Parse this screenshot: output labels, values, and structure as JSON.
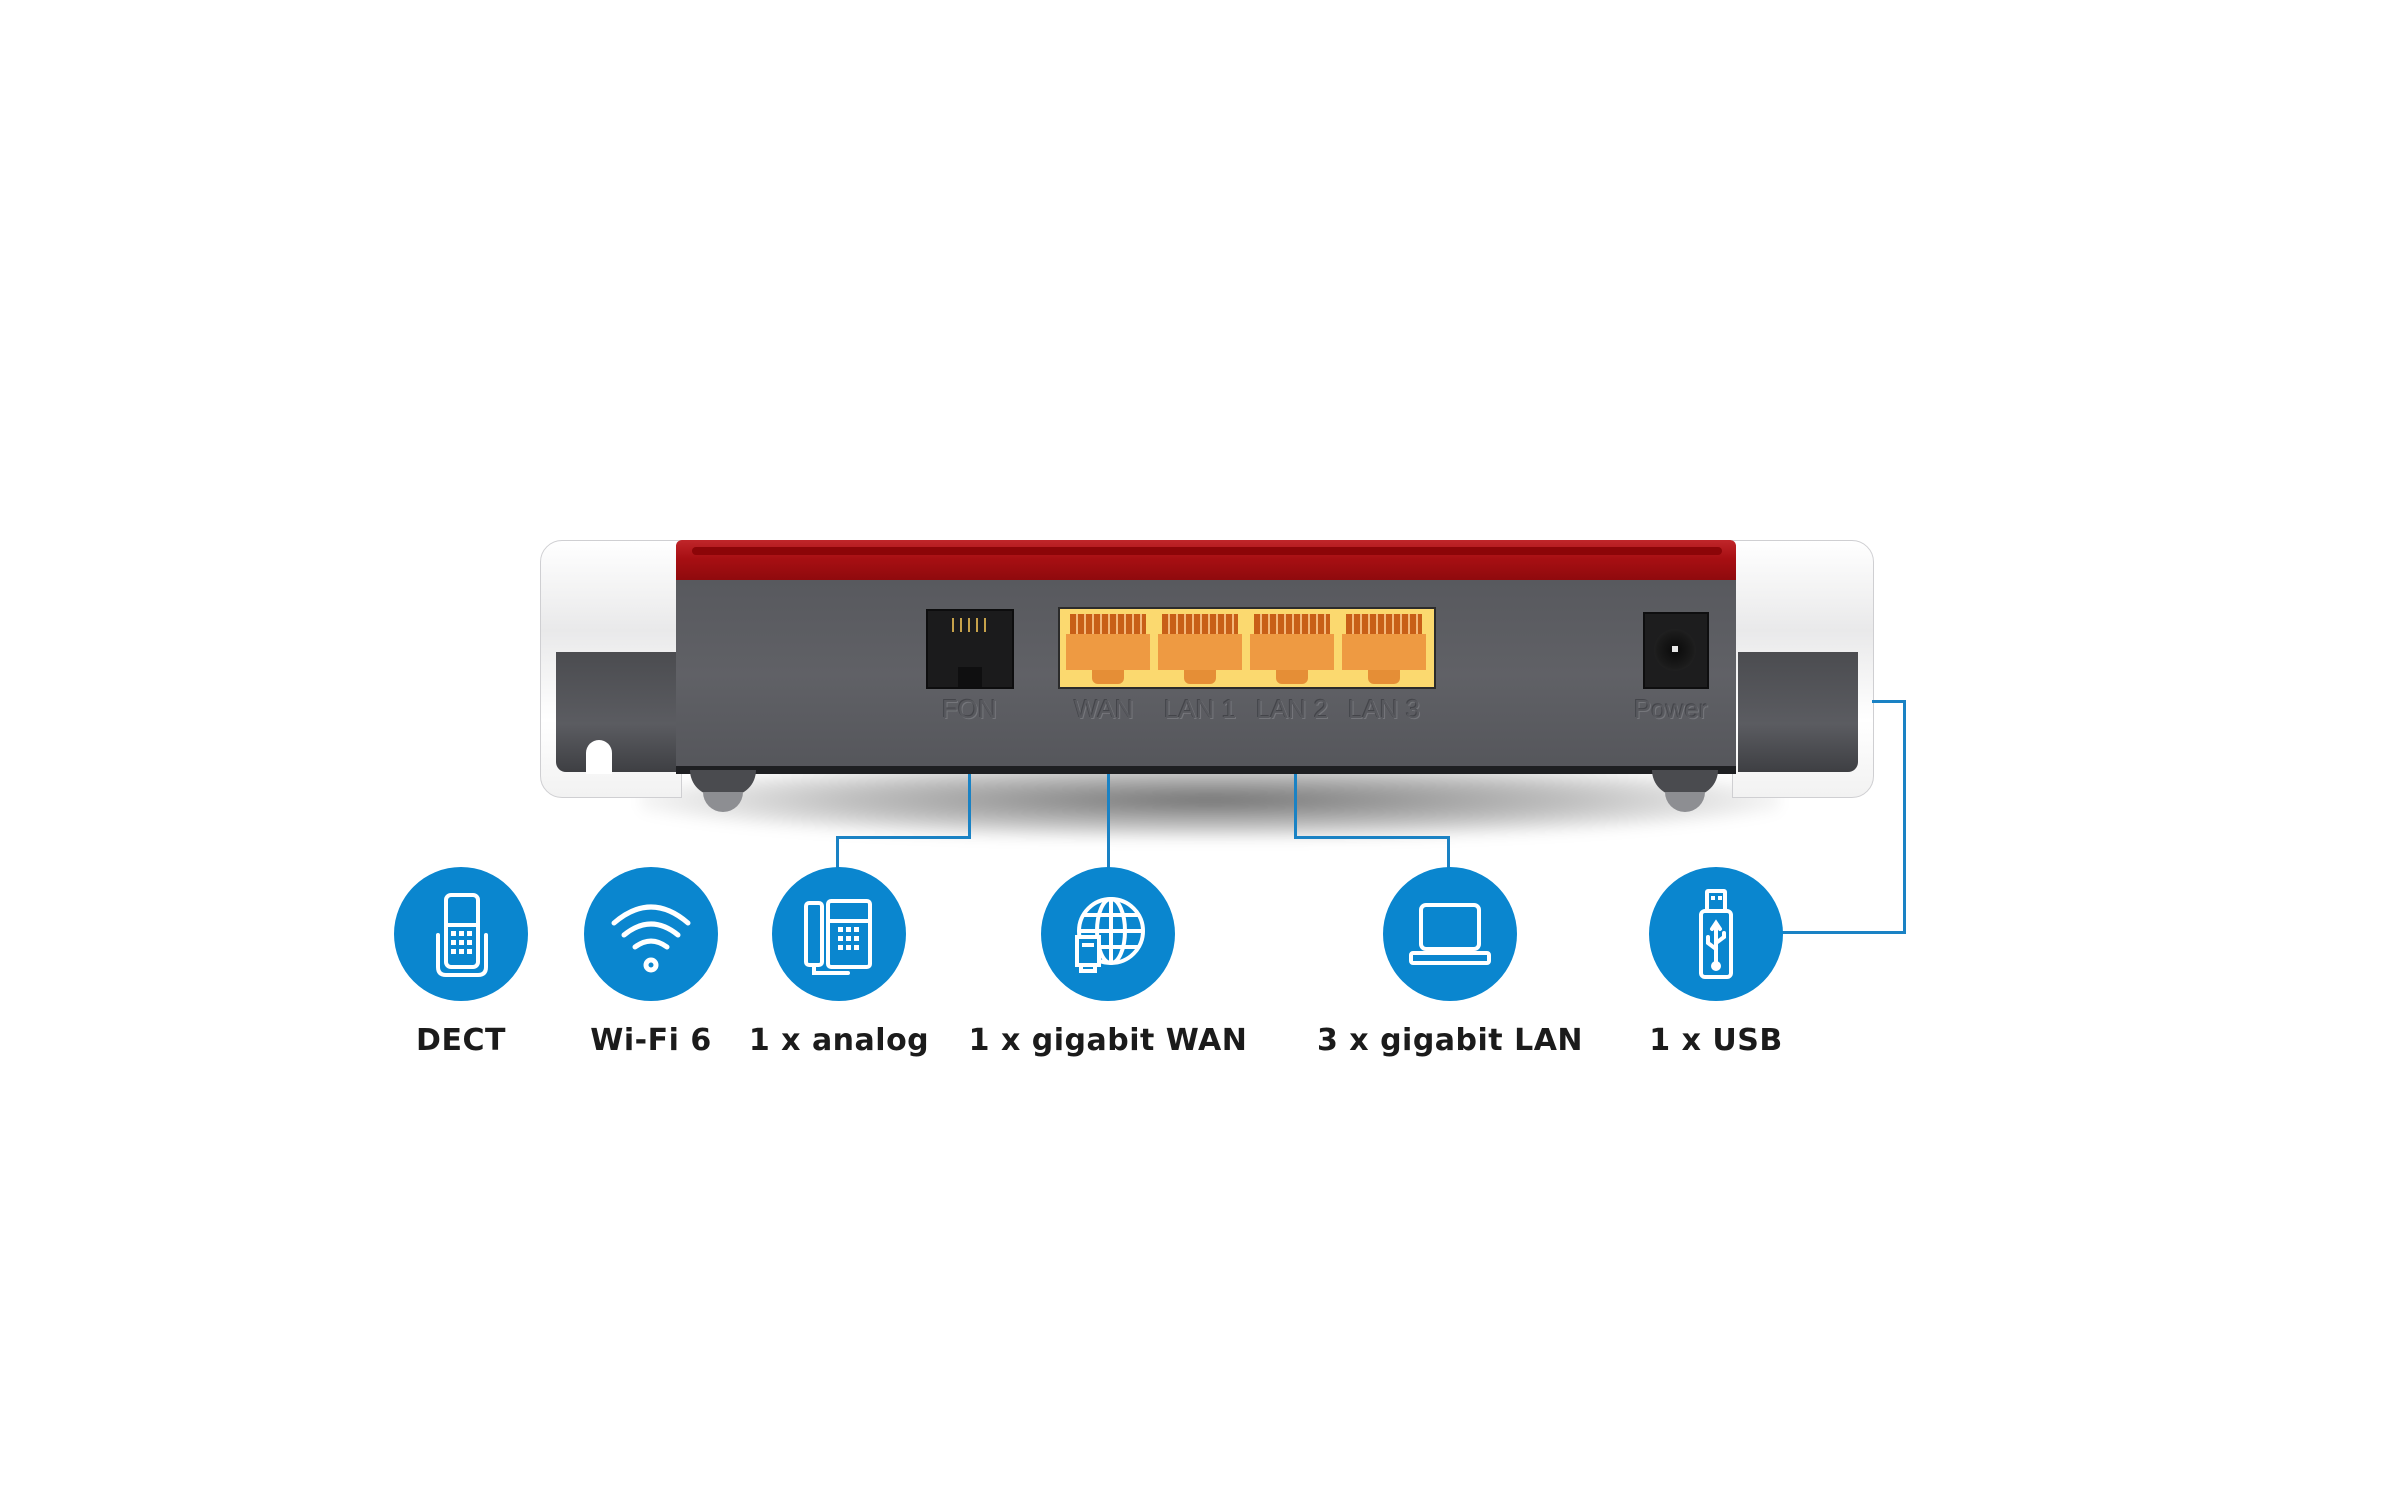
{
  "device": {
    "description": "Router rear view",
    "colors": {
      "top_red": "#a80f13",
      "panel_grey": "#5c5d62",
      "rj45_yellow": "#fbd96f",
      "rj45_orange": "#ee9a42",
      "endcap_white": "#f2f2f2"
    },
    "ports": [
      {
        "id": "fon",
        "label": "FON"
      },
      {
        "id": "wan",
        "label": "WAN"
      },
      {
        "id": "lan1",
        "label": "LAN 1"
      },
      {
        "id": "lan2",
        "label": "LAN 2"
      },
      {
        "id": "lan3",
        "label": "LAN 3"
      },
      {
        "id": "power",
        "label": "Power"
      }
    ]
  },
  "features": [
    {
      "icon": "dect-phone-icon",
      "label": "DECT"
    },
    {
      "icon": "wifi-icon",
      "label": "Wi-Fi 6"
    },
    {
      "icon": "desk-phone-icon",
      "label": "1 x analog"
    },
    {
      "icon": "globe-ethernet-icon",
      "label": "1 x gigabit WAN"
    },
    {
      "icon": "laptop-icon",
      "label": "3 x gigabit LAN"
    },
    {
      "icon": "usb-stick-icon",
      "label": "1 x USB"
    }
  ],
  "style": {
    "accent_blue": "#0a86cf",
    "line_blue": "#1a82c4",
    "label_color": "#1b1b1b"
  }
}
